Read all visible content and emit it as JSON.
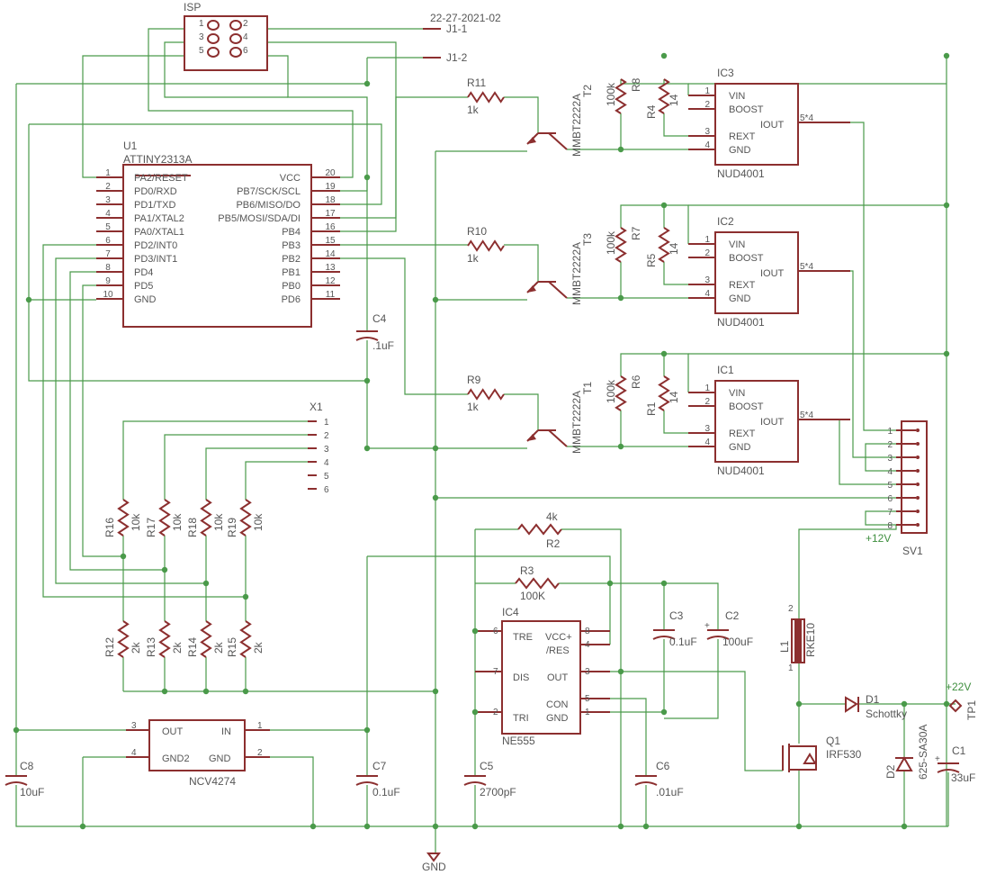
{
  "header": {
    "date": "22-27-2021-02"
  },
  "isp": {
    "ref": "ISP",
    "pins_left": [
      "1",
      "3",
      "5"
    ],
    "pins_right": [
      "2",
      "4",
      "6"
    ]
  },
  "connectors": {
    "j1_1": "J1-1",
    "j1_2": "J1-2"
  },
  "u1": {
    "ref": "U1",
    "part": "ATTINY2313A",
    "left_pins": [
      {
        "num": "1",
        "name": "PA2/RESET"
      },
      {
        "num": "2",
        "name": "PD0/RXD"
      },
      {
        "num": "3",
        "name": "PD1/TXD"
      },
      {
        "num": "4",
        "name": "PA1/XTAL2"
      },
      {
        "num": "5",
        "name": "PA0/XTAL1"
      },
      {
        "num": "6",
        "name": "PD2/INT0"
      },
      {
        "num": "7",
        "name": "PD3/INT1"
      },
      {
        "num": "8",
        "name": "PD4"
      },
      {
        "num": "9",
        "name": "PD5"
      },
      {
        "num": "10",
        "name": "GND"
      }
    ],
    "right_pins": [
      {
        "num": "20",
        "name": "VCC"
      },
      {
        "num": "19",
        "name": "PB7/SCK/SCL"
      },
      {
        "num": "18",
        "name": "PB6/MISO/DO"
      },
      {
        "num": "17",
        "name": "PB5/MOSI/SDA/DI"
      },
      {
        "num": "16",
        "name": "PB4"
      },
      {
        "num": "15",
        "name": "PB3"
      },
      {
        "num": "14",
        "name": "PB2"
      },
      {
        "num": "13",
        "name": "PB1"
      },
      {
        "num": "12",
        "name": "PB0"
      },
      {
        "num": "11",
        "name": "PD6"
      }
    ]
  },
  "drivers": [
    {
      "resistor": "R11",
      "resistor_val": "1k",
      "transistor": "T2",
      "transistor_part": "MMBT2222A",
      "pull_ref": "R8",
      "pull_val": "100k",
      "rext_ref": "R4",
      "rext_val": "14",
      "ic_ref": "IC3",
      "ic_part": "NUD4001",
      "iout": "5*4"
    },
    {
      "resistor": "R10",
      "resistor_val": "1k",
      "transistor": "T3",
      "transistor_part": "MMBT2222A",
      "pull_ref": "R7",
      "pull_val": "100k",
      "rext_ref": "R5",
      "rext_val": "14",
      "ic_ref": "IC2",
      "ic_part": "NUD4001",
      "iout": "5*4"
    },
    {
      "resistor": "R9",
      "resistor_val": "1k",
      "transistor": "T1",
      "transistor_part": "MMBT2222A",
      "pull_ref": "R6",
      "pull_val": "100k",
      "rext_ref": "R1",
      "rext_val": "14",
      "ic_ref": "IC1",
      "ic_part": "NUD4001",
      "iout": "5*4"
    }
  ],
  "nud_pins": {
    "vin": "VIN",
    "boost": "BOOST",
    "rext": "REXT",
    "gnd": "GND",
    "iout": "IOUT",
    "n1": "1",
    "n2": "2",
    "n3": "3",
    "n4": "4"
  },
  "c4": {
    "ref": "C4",
    "val": ".1uF"
  },
  "x1": {
    "ref": "X1",
    "pins": [
      "1",
      "2",
      "3",
      "4",
      "5",
      "6"
    ]
  },
  "pullups": [
    {
      "ref": "R16",
      "val": "10k"
    },
    {
      "ref": "R17",
      "val": "10k"
    },
    {
      "ref": "R18",
      "val": "10k"
    },
    {
      "ref": "R19",
      "val": "10k"
    }
  ],
  "pulldowns": [
    {
      "ref": "R12",
      "val": "2k"
    },
    {
      "ref": "R13",
      "val": "2k"
    },
    {
      "ref": "R14",
      "val": "2k"
    },
    {
      "ref": "R15",
      "val": "2k"
    }
  ],
  "sv1": {
    "ref": "SV1",
    "pins": [
      "1",
      "2",
      "3",
      "4",
      "5",
      "6",
      "7",
      "8"
    ]
  },
  "nets": {
    "plus12": "+12V",
    "plus22": "+22V",
    "gnd": "GND"
  },
  "r2": {
    "ref": "R2",
    "val": "4k"
  },
  "r3": {
    "ref": "R3",
    "val": "100K"
  },
  "ic4": {
    "ref": "IC4",
    "part": "NE555",
    "tre": "TRE",
    "dis": "DIS",
    "tri": "TRI",
    "vcc": "VCC+",
    "res": "/RES",
    "out": "OUT",
    "con": "CON",
    "gnd": "GND",
    "p6": "6",
    "p7": "7",
    "p2": "2",
    "p8": "8",
    "p4": "4",
    "p3": "3",
    "p5": "5",
    "p1": "1"
  },
  "c3": {
    "ref": "C3",
    "val": "0.1uF"
  },
  "c2": {
    "ref": "C2",
    "val": "100uF"
  },
  "c5": {
    "ref": "C5",
    "val": "2700pF"
  },
  "c6": {
    "ref": "C6",
    "val": ".01uF"
  },
  "l1": {
    "ref": "L1",
    "val": "RKE10",
    "p1": "1",
    "p2": "2"
  },
  "d1": {
    "ref": "D1",
    "val": "Schottky"
  },
  "q1": {
    "ref": "Q1",
    "val": "IRF530"
  },
  "d2": {
    "ref": "D2",
    "val": "625-SA30A"
  },
  "c1": {
    "ref": "C1",
    "val": "33uF"
  },
  "tp1": {
    "ref": "TP1"
  },
  "reg": {
    "part": "NCV4274",
    "out": "OUT",
    "in": "IN",
    "gnd2": "GND2",
    "gnd": "GND",
    "p3": "3",
    "p1": "1",
    "p4": "4",
    "p2": "2"
  },
  "c8": {
    "ref": "C8",
    "val": "10uF"
  },
  "c7": {
    "ref": "C7",
    "val": "0.1uF"
  }
}
